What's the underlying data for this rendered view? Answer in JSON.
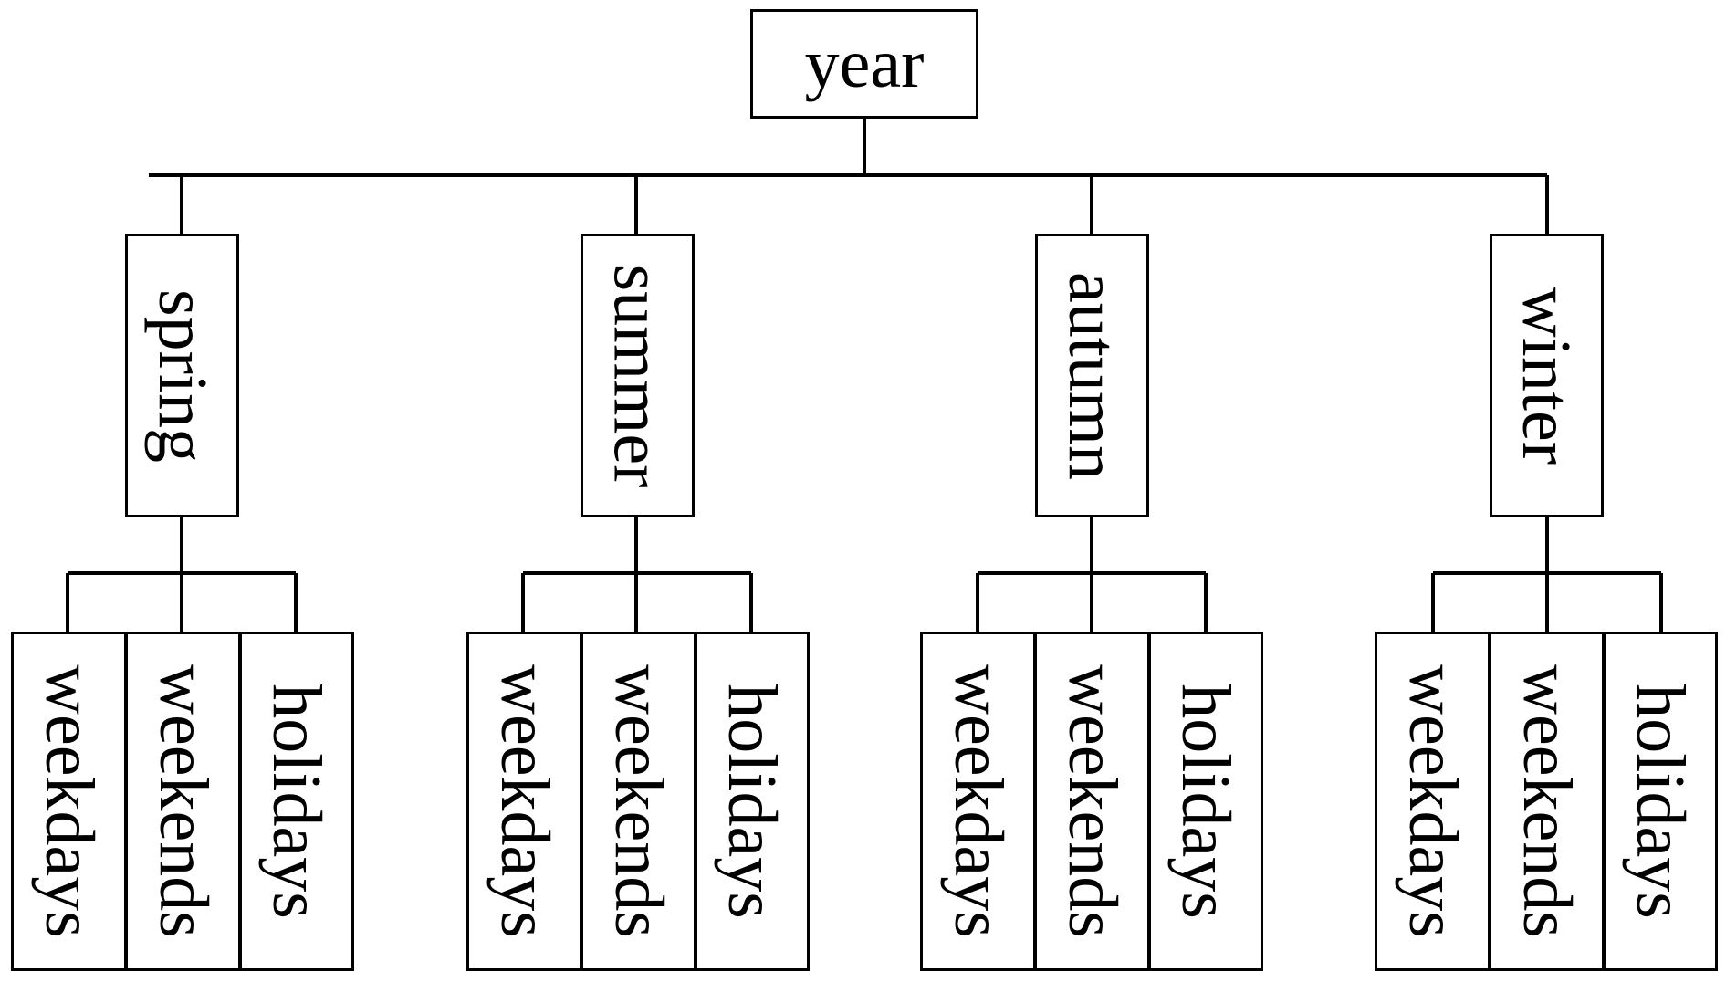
{
  "diagram": {
    "title_text": "year",
    "type": "hierarchy-tree",
    "orientation": "top-down",
    "line_color": "#000000",
    "box_fill": "#ffffff",
    "background": "#ffffff",
    "root": {
      "label": "year"
    },
    "level2": [
      {
        "label": "spring"
      },
      {
        "label": "summer"
      },
      {
        "label": "autumn"
      },
      {
        "label": "winter"
      }
    ],
    "leaves": {
      "spring": [
        "weekdays",
        "weekends",
        "holidays"
      ],
      "summer": [
        "weekdays",
        "weekends",
        "holidays"
      ],
      "autumn": [
        "weekdays",
        "weekends",
        "holidays"
      ],
      "winter": [
        "weekdays",
        "weekends",
        "holidays"
      ]
    }
  }
}
